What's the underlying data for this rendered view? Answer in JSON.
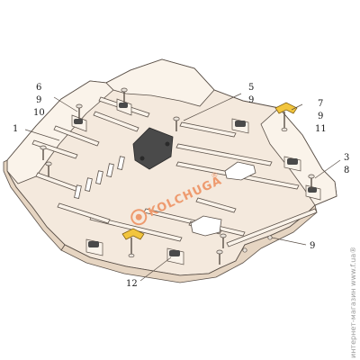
{
  "callouts": {
    "c1": "1",
    "c3": "3",
    "c5": "5",
    "c6": "6",
    "c7": "7",
    "c8": "8",
    "c9a": "9",
    "c9b": "9",
    "c9c": "9",
    "c9d": "9",
    "c10": "10",
    "c11": "11",
    "c12": "12"
  },
  "logo": {
    "text": "KOLCHUGA",
    "mark": "®"
  },
  "watermark": "интернет-магазин www.f.ua®",
  "colors": {
    "plate_fill": "#f4e9dd",
    "plate_light": "#faf3ea",
    "plate_shade": "#e6d5c2",
    "outline": "#5a5048",
    "logo": "#ee9a6e",
    "rubber": "#4a4a4a",
    "bracket": "#f2c53d"
  }
}
